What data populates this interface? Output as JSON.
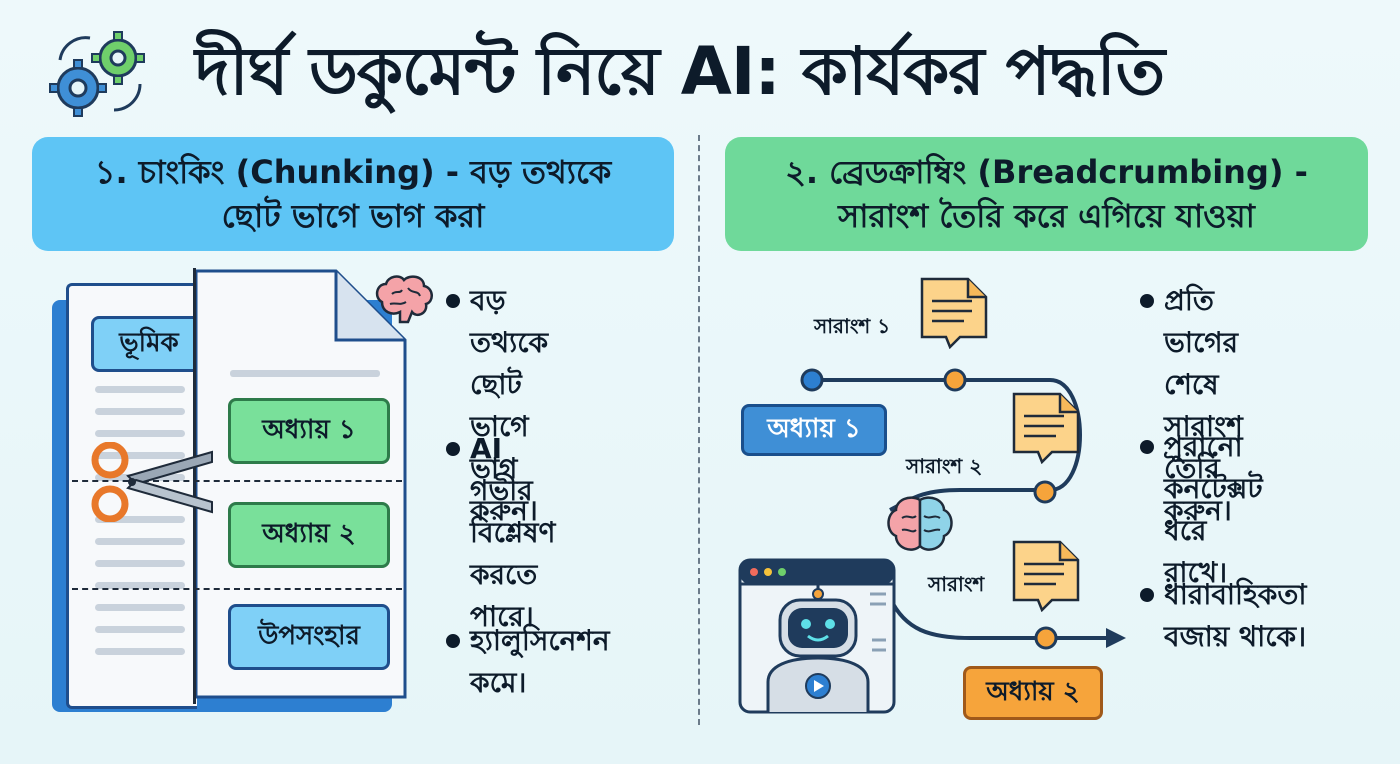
{
  "title": "দীর্ঘ ডকুমেন্ট নিয়ে AI: কার্যকর পদ্ধতি",
  "left": {
    "banner": [
      "১. চাংকিং (Chunking) - বড় তথ্যকে",
      "ছোট ভাগে ভাগ করা"
    ],
    "doc_tags": {
      "intro": "ভূমিক",
      "ch1": "অধ্যায় ১",
      "ch2": "অধ্যায় ২",
      "conclusion": "উপসংহার"
    },
    "bullets": [
      [
        "বড় তথ্যকে",
        "ছোট ভাগে",
        "ভাগ করুন।"
      ],
      [
        "AI গভীর",
        "বিশ্লেষণ",
        "করতে পারে।"
      ],
      [
        "হ্যালুসিনেশন",
        "কমে।"
      ]
    ]
  },
  "right": {
    "banner": [
      "২. ব্রেডক্রাম্বিং (Breadcrumbing) -",
      "সারাংশ তৈরি করে এগিয়ে যাওয়া"
    ],
    "summary_labels": [
      "সারাংশ ১",
      "সারাংশ ২",
      "সারাংশ"
    ],
    "chapter1": "অধ্যায় ১",
    "chapter2": "অধ্যায় ২",
    "bullets": [
      [
        "প্রতি ভাগের",
        "শেষে সারাংশ",
        "তৈরি করুন।"
      ],
      [
        "পুরানো",
        "কনটেক্সট",
        "ধরে রাখে।"
      ],
      [
        "ধারাবাহিকতা",
        "বজায় থাকে।"
      ]
    ]
  },
  "colors": {
    "blue_banner": "#5ec5f5",
    "green_banner": "#6fd99a",
    "timeline": "#1f3b5c",
    "node": "#f6a43b",
    "note": "#fcd38a"
  },
  "icons": [
    "gears-icon",
    "brain-icon",
    "scissors-icon",
    "document-icon",
    "note-icon",
    "robot-icon",
    "arrow-right-icon"
  ]
}
